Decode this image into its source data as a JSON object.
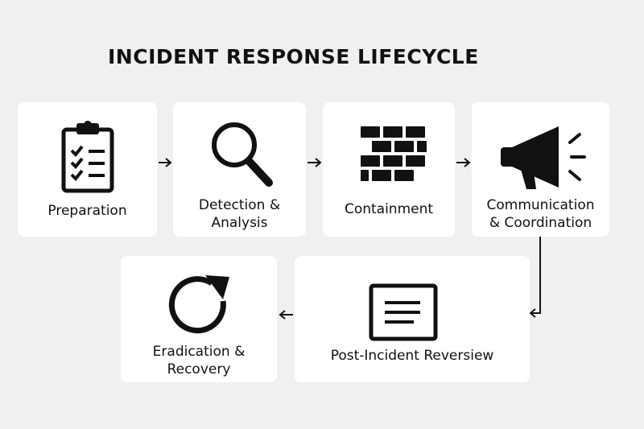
{
  "title": "INCIDENT RESPONSE LIFECYCLE",
  "steps": [
    {
      "label_lines": [
        "Preparation"
      ],
      "icon": "clipboard-checklist-icon"
    },
    {
      "label_lines": [
        "Detection &",
        "Analysis"
      ],
      "icon": "magnifying-glass-icon"
    },
    {
      "label_lines": [
        "Containment"
      ],
      "icon": "brick-wall-icon"
    },
    {
      "label_lines": [
        "Communication",
        "& Coordination"
      ],
      "icon": "megaphone-icon"
    },
    {
      "label_lines": [
        "Post-Incident Reversiew"
      ],
      "icon": "document-lines-icon"
    },
    {
      "label_lines": [
        "Eradication &",
        "Recovery"
      ],
      "icon": "refresh-arrow-icon"
    }
  ],
  "colors": {
    "background": "#f0f0f0",
    "card": "#ffffff",
    "ink": "#111111"
  }
}
